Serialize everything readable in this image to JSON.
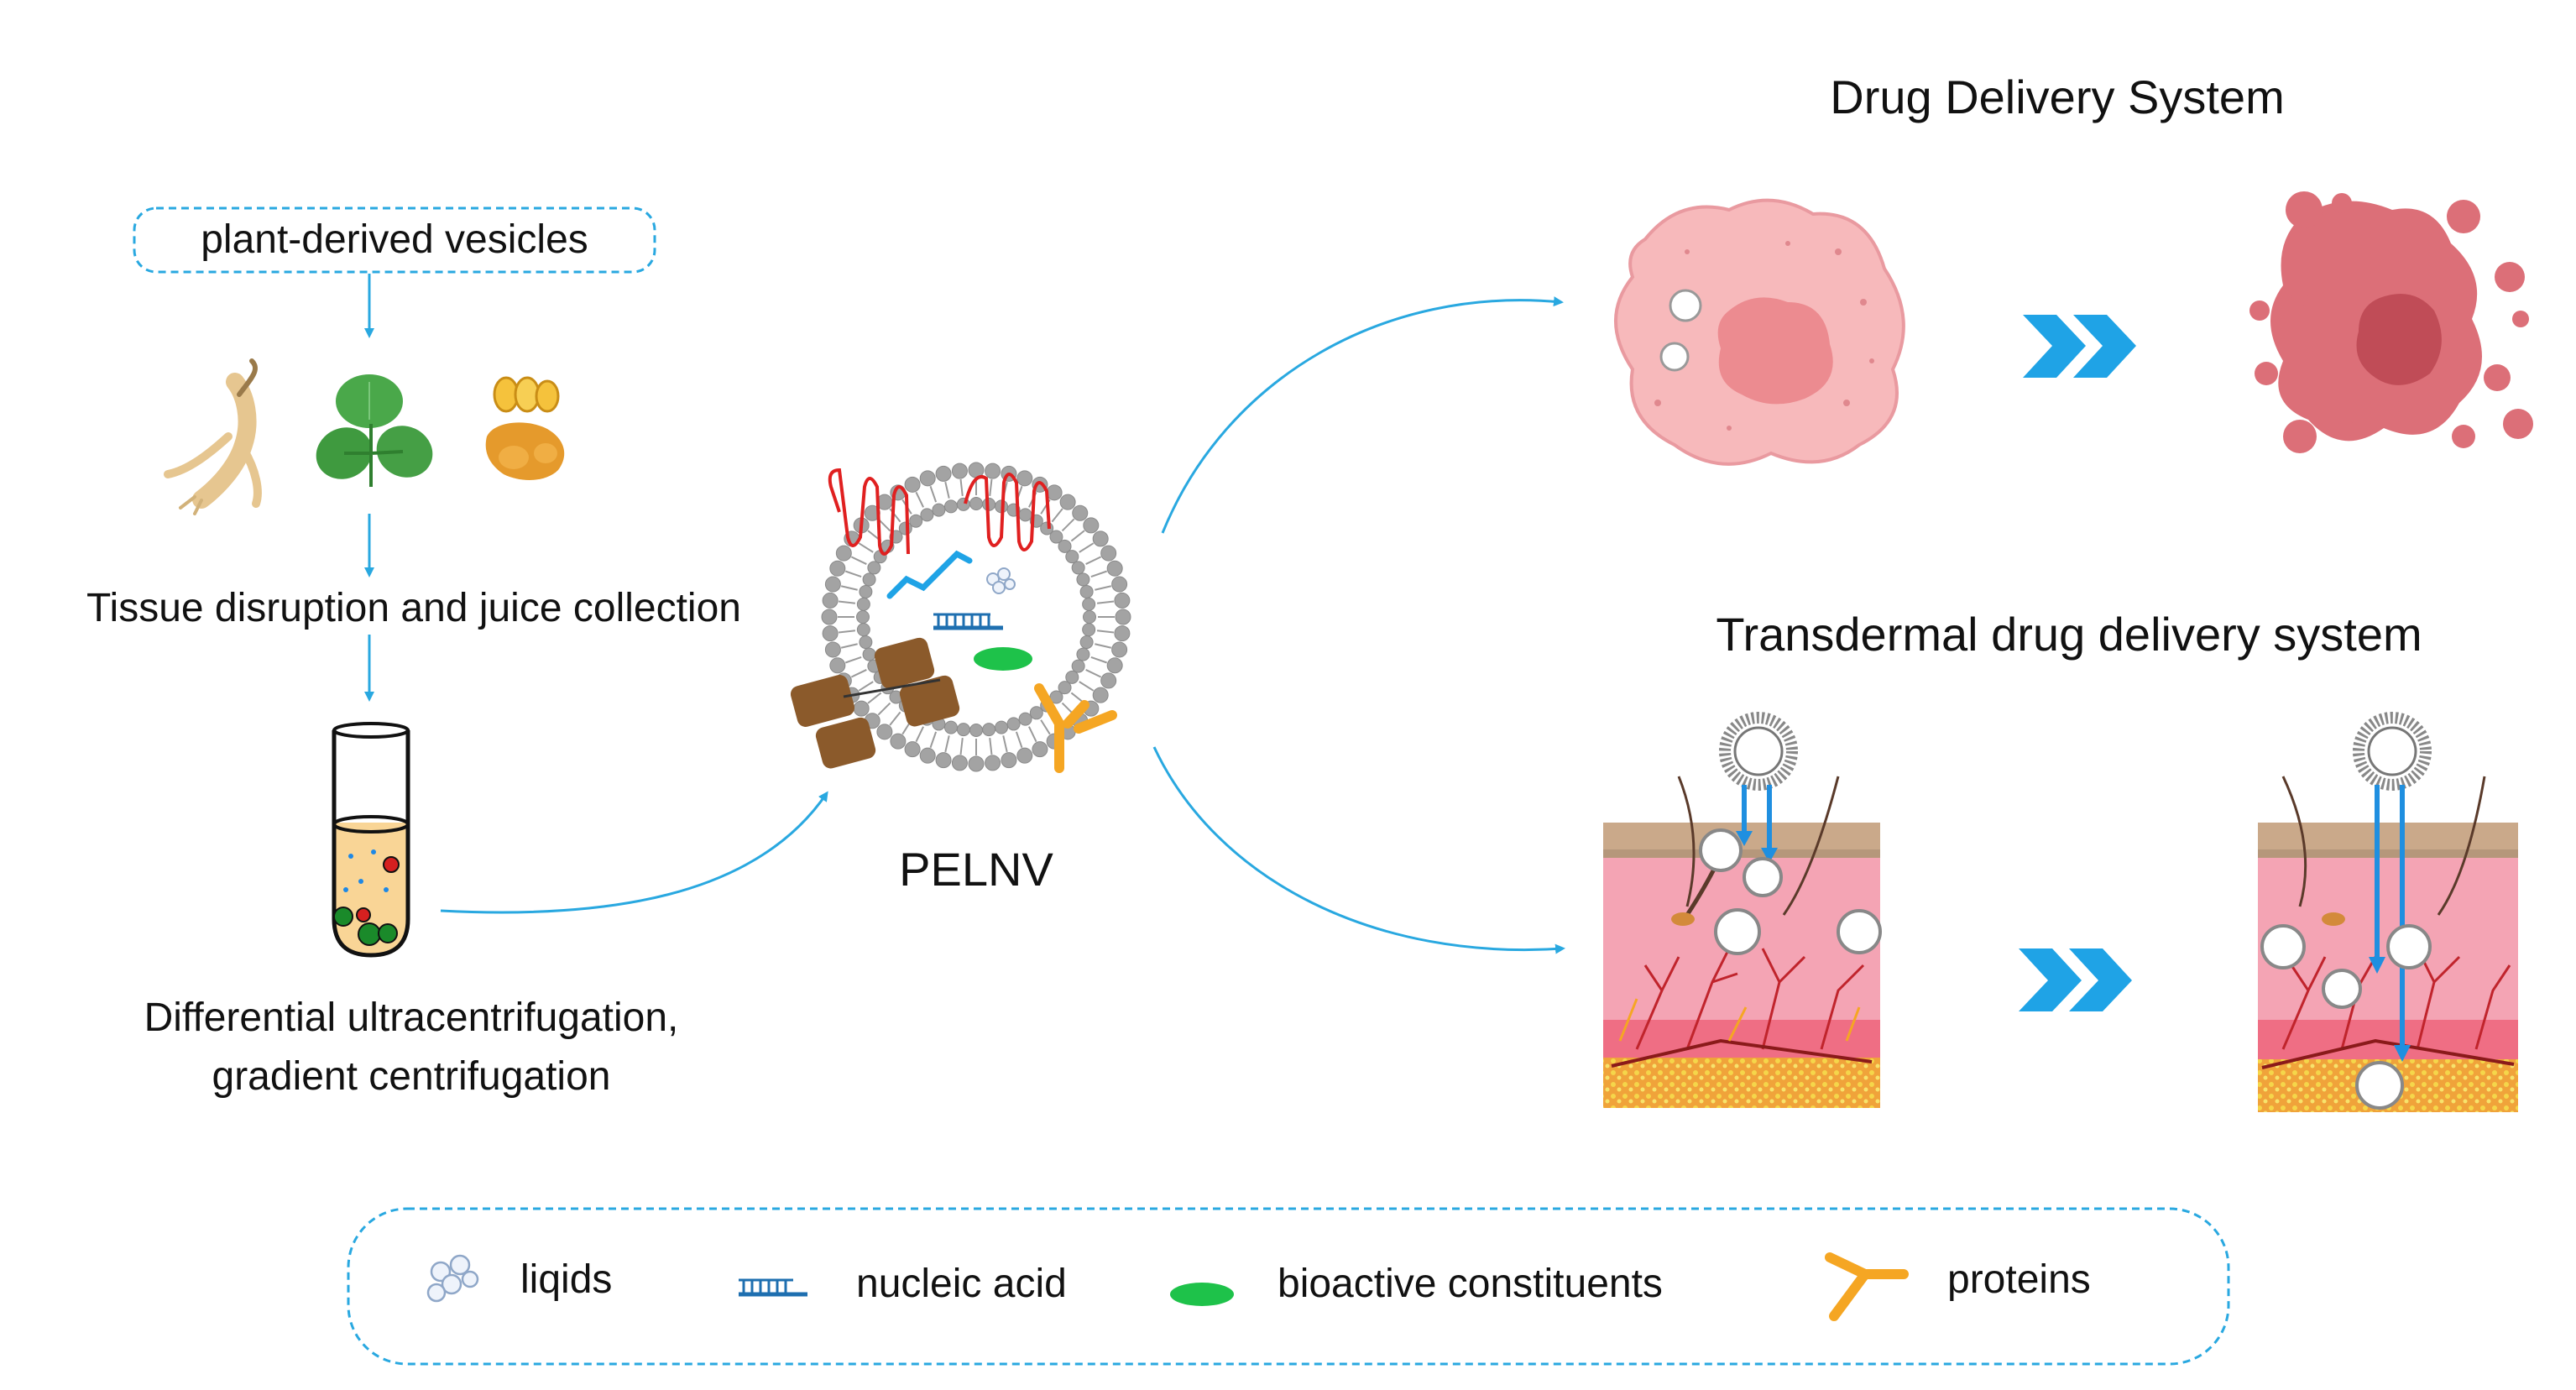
{
  "colors": {
    "arrow": "#29a8e0",
    "dash_box": "#29a8e0",
    "cell_fill": "#f4b3b5",
    "cell_nucleus": "#e8878c",
    "cell_burst": "#d96770",
    "protein": "#f5a623",
    "bioactive": "#1ec24a",
    "rna": "#e02020",
    "chevron": "#1fa3e6",
    "skin": "#f4a4b4",
    "vessel": "#c0242c",
    "fat": "#f0c330"
  },
  "labels": {
    "source_box": "plant-derived vesicles",
    "step_disruption": "Tissue disruption and juice collection",
    "step_centrifugation_line1": "Differential ultracentrifugation,",
    "step_centrifugation_line2": "gradient centrifugation",
    "vesicle_name": "PELNV",
    "dds_title": "Drug Delivery System",
    "tdds_title": "Transdermal drug delivery system"
  },
  "legend": {
    "items": [
      {
        "label": "liqids",
        "icon": "lipid-cluster-icon"
      },
      {
        "label": "nucleic acid",
        "icon": "nucleic-acid-icon"
      },
      {
        "label": "bioactive constituents",
        "icon": "bioactive-blob-icon"
      },
      {
        "label": "proteins",
        "icon": "protein-receptor-icon"
      }
    ]
  }
}
